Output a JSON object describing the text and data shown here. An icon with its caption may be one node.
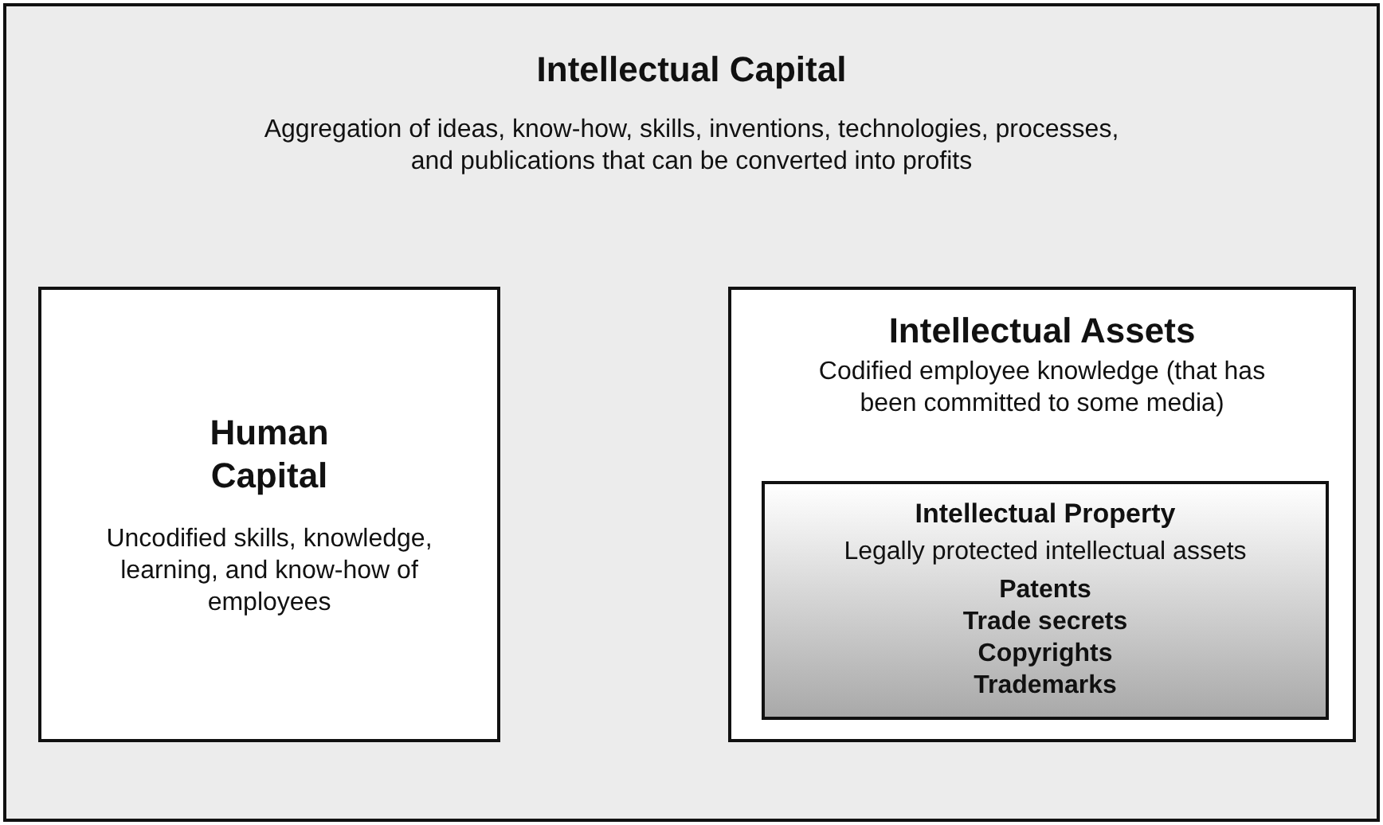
{
  "diagram": {
    "nodes": [
      {
        "text": [
          "Intellectual Capital",
          "Aggregation of ideas, know-how, skills, inventions, technologies, processes, and publications that can be converted into profits"
        ]
      },
      {
        "text": [
          "Human Capital",
          "Uncodified skills, knowledge, learning, and know-how of employees"
        ],
        "in": 0
      },
      {
        "text": [
          "Intellectual Assets",
          "Codified employee knowledge (that has been committed to some media)"
        ],
        "in": 0
      },
      {
        "text": [
          "Intellectual Property",
          "Legally protected intellectual assets",
          "Patents",
          "Trade secrets",
          "Copyrights",
          "Trademarks"
        ],
        "in": 2
      }
    ],
    "edges": []
  }
}
